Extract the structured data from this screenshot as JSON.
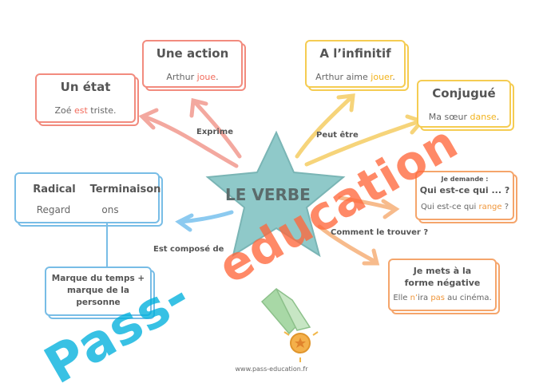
{
  "center": {
    "title": "LE VERBE"
  },
  "connectors": {
    "exprime": "Exprime",
    "peut_etre": "Peut être",
    "comment": "Comment le trouver ?",
    "compose": "Est composé de"
  },
  "etat": {
    "title": "Un état",
    "ex_pre": "Zoé ",
    "ex_verb": "est",
    "ex_post": " triste."
  },
  "action": {
    "title": "Une action",
    "ex_pre": "Arthur ",
    "ex_verb": "joue",
    "ex_post": "."
  },
  "infinitif": {
    "title": "A l’infinitif",
    "ex_pre": "Arthur aime ",
    "ex_verb": "jouer",
    "ex_post": "."
  },
  "conjugue": {
    "title": "Conjugué",
    "ex_pre": "Ma sœur ",
    "ex_verb": "danse",
    "ex_post": "."
  },
  "question": {
    "intro": "Je demande :",
    "question": "Qui est-ce qui ... ?",
    "ex_pre": "Qui est-ce qui ",
    "ex_verb": "range",
    "ex_post": " ?"
  },
  "negative": {
    "title": "Je mets à la forme négative",
    "ex_pre": "Elle ",
    "ex_n": "n’",
    "ex_mid": "ira ",
    "ex_pas": "pas",
    "ex_post": " au cinéma."
  },
  "radical": {
    "label": "Radical",
    "value": "Regard"
  },
  "terminaison": {
    "label": "Terminaison",
    "value": "ons"
  },
  "marque": {
    "text": "Marque du temps + marque de la personne"
  },
  "watermark": {
    "part1": "Pass-",
    "part2": "education"
  },
  "footer": "www.pass-education.fr",
  "colors": {
    "red": "#f28b7e",
    "yellow": "#f5cc52",
    "orange": "#f5a56b",
    "blue": "#78bde6",
    "star": "#8fc9c9"
  }
}
